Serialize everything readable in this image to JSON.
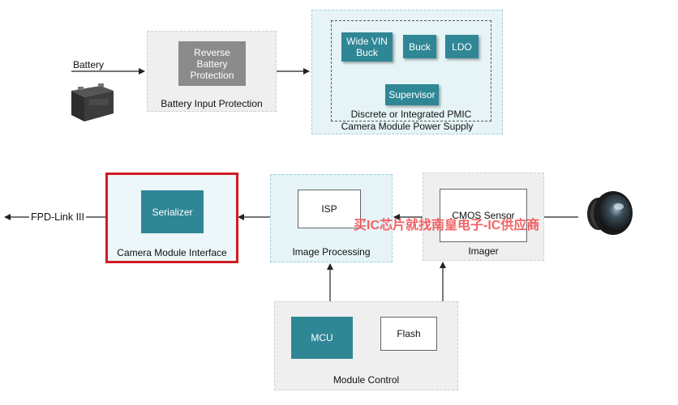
{
  "power": {
    "battery_label": "Battery",
    "battery_input_protection": {
      "title": "Battery Input Protection",
      "reverse_protection": "Reverse\nBattery\nProtection"
    },
    "power_supply": {
      "title": "Camera Module Power Supply",
      "pmic_title": "Discrete or Integrated PMIC",
      "wide_vin_buck": "Wide VIN\nBuck",
      "buck": "Buck",
      "ldo": "LDO",
      "supervisor": "Supervisor"
    }
  },
  "signal": {
    "output_label": "FPD-Link III",
    "interface": {
      "title": "Camera Module Interface",
      "serializer": "Serializer"
    },
    "processing": {
      "title": "Image Processing",
      "isp": "ISP"
    },
    "imager": {
      "title": "Imager",
      "sensor": "CMOS Sensor"
    }
  },
  "control": {
    "title": "Module Control",
    "mcu": "MCU",
    "flash": "Flash"
  },
  "watermark": "买IC芯片就找南皇电子-IC供应商",
  "colors": {
    "teal": "#2f8796",
    "highlight_border": "#d01c22",
    "watermark": "#f2555a"
  }
}
